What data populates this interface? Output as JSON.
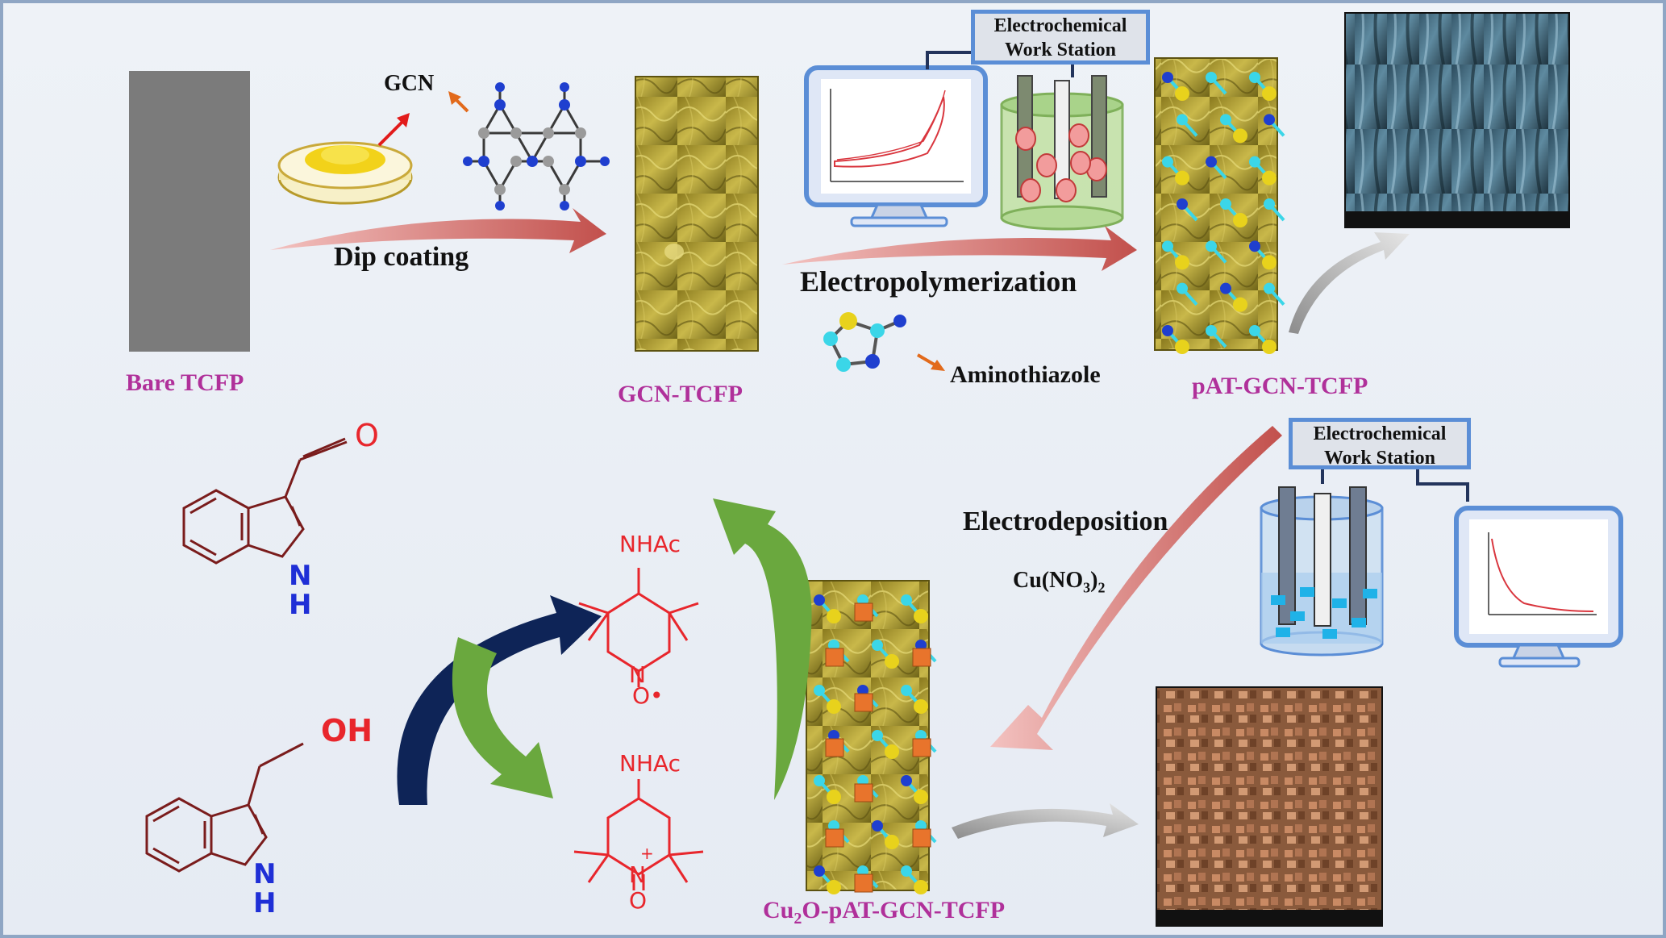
{
  "labels": {
    "bare_tcfp": "Bare TCFP",
    "gcn_tcfp": "GCN-TCFP",
    "pat_gcn_tcfp": "pAT-GCN-TCFP",
    "cu2o_pre": "Cu",
    "cu2o_sub": "2",
    "cu2o_post": "O-pAT-GCN-TCFP",
    "gcn": "GCN",
    "dip_coating": "Dip coating",
    "electropolymerization": "Electropolymerization",
    "aminothiazole": "Aminothiazole",
    "electrodeposition": "Electrodeposition",
    "cu_no3_pre": "Cu(NO",
    "cu_no3_sub": "3",
    "cu_no3_post": ")2",
    "workstation_line1": "Electrochemical",
    "workstation_line2": "Work Station"
  },
  "chem": {
    "aldehyde_o": "O",
    "n": "N",
    "h": "H",
    "oh": "OH",
    "nhac": "NHAc",
    "o": "O",
    "radical_dot": "•",
    "plus": "+"
  },
  "colors": {
    "sample_label": "#b0309a",
    "frame_border": "#8fa6c4",
    "workstation_border": "#5b8ed6",
    "reaction_arrow": "#c2504c",
    "oxidation_arrow": "#0e2457",
    "cycle_arrow": "#6aa83e",
    "tempo_red": "#e8262c",
    "indole_nh_blue": "#1f2fd6"
  }
}
